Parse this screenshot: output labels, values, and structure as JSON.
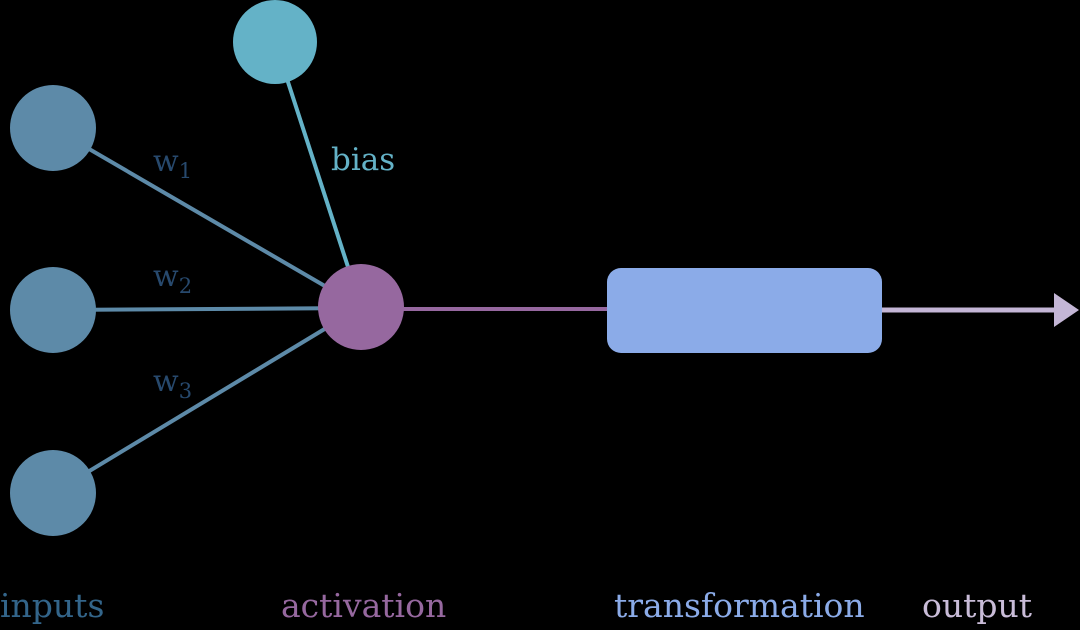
{
  "diagram": {
    "type": "neural-network-neuron",
    "description": "single artificial neuron: three weighted inputs plus bias feeding an activation node, followed by a transformation box producing an output arrow"
  },
  "colors": {
    "background": "#000000",
    "input_node": "#5d8aa8",
    "bias_node": "#64b2c7",
    "activation_node": "#96689f",
    "transformation_box": "#8babe8",
    "input_edge": "#5d8aa8",
    "bias_edge": "#64b2c7",
    "activation_edge": "#96689f",
    "output_arrow": "#c4b6d6",
    "weight_label_text": "#27496d",
    "bias_label_text": "#64b2c7",
    "inputs_label_text": "#33658a",
    "activation_label_text": "#96689f",
    "transformation_label_text": "#8babe8",
    "output_label_text": "#c9bcd8"
  },
  "edge_labels": {
    "w1": {
      "base": "w",
      "sub": "1"
    },
    "w2": {
      "base": "w",
      "sub": "2"
    },
    "w3": {
      "base": "w",
      "sub": "3"
    },
    "bias": "bias"
  },
  "stage_labels": {
    "inputs": "inputs",
    "activation": "activation",
    "transformation": "transformation",
    "output": "output"
  }
}
